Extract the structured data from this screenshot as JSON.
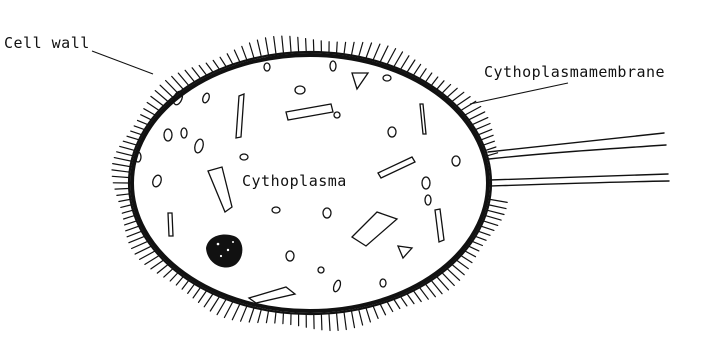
{
  "diagram": {
    "labels": {
      "cell_wall": "Cell wall",
      "cytoplasmic_membrane": "Cythoplasmamembrane",
      "cytoplasm": "Cythoplasma"
    },
    "flagella_count": 2,
    "colors": {
      "ink": "#111111",
      "background": "#ffffff"
    }
  }
}
